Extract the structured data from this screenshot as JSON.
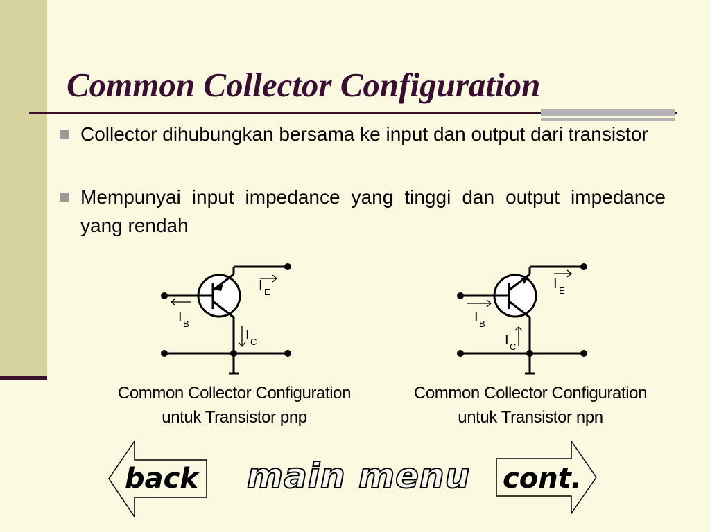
{
  "slide": {
    "title": "Common Collector Configuration",
    "bullets": [
      "Collector dihubungkan bersama ke input dan output dari transistor",
      "Mempunyai input impedance yang tinggi dan output impedance yang rendah"
    ]
  },
  "diagrams": {
    "pnp": {
      "labels": {
        "ie_main": "I",
        "ie_sub": "E",
        "ib_main": "I",
        "ib_sub": "B",
        "ic_main": "I",
        "ic_sub": "C"
      },
      "caption_line1": "Common Collector Configuration",
      "caption_line2": "untuk Transistor pnp"
    },
    "npn": {
      "labels": {
        "ie_main": "I",
        "ie_sub": "E",
        "ib_main": "I",
        "ib_sub": "B",
        "ic_main": "I",
        "ic_sub": "C"
      },
      "caption_line1": "Common Collector Configuration",
      "caption_line2": "untuk Transistor npn"
    }
  },
  "nav": {
    "back": "back",
    "main_menu": "main menu",
    "cont": "cont."
  },
  "colors": {
    "background": "#fbf9e0",
    "side_band": "#d6d39f",
    "title": "#3a0d33",
    "rule": "#3d0d2e",
    "arrow_fill": "#fbf9e0"
  }
}
